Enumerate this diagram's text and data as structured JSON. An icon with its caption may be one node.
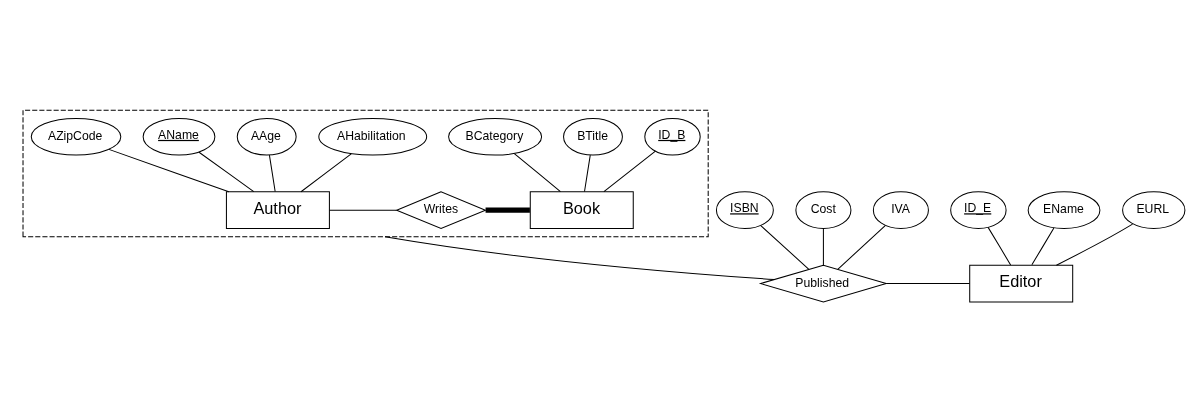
{
  "diagram": {
    "nodes": [
      {
        "text": [],
        "shape": "box"
      },
      {
        "text": [
          "AHabilitation"
        ],
        "in": 0
      },
      {
        "text": [
          "AAge"
        ],
        "in": 0
      },
      {
        "text": [
          "AName"
        ],
        "in": 0
      },
      {
        "text": [
          "AZipCode"
        ],
        "in": 0
      },
      {
        "text": [
          "Author"
        ],
        "in": 0
      },
      {
        "text": [
          "Writes"
        ],
        "in": 0
      },
      {
        "text": [
          "ID_B"
        ],
        "in": 0
      },
      {
        "text": [
          "BTitle"
        ],
        "in": 0
      },
      {
        "text": [
          "BCategory"
        ],
        "in": 0
      },
      {
        "text": [
          "Book"
        ],
        "in": 0
      },
      {
        "text": [
          "ISBN"
        ]
      },
      {
        "text": [
          "ID_E"
        ]
      },
      {
        "text": [
          "EName"
        ]
      },
      {
        "text": [
          "EURL"
        ]
      },
      {
        "text": [
          "Cost"
        ]
      },
      {
        "text": [
          "Published"
        ]
      },
      {
        "text": [
          "IVA"
        ]
      },
      {
        "text": [
          "Editor"
        ]
      }
    ],
    "edges": [
      {
        "from": 2,
        "to": 5,
        "arrow": "none"
      },
      {
        "from": 1,
        "to": 5,
        "arrow": "none"
      },
      {
        "from": 3,
        "to": 5,
        "arrow": "none"
      },
      {
        "from": 4,
        "to": 5,
        "arrow": "none"
      },
      {
        "from": 5,
        "to": 6,
        "arrow": "none"
      },
      {
        "from": 6,
        "to": 10,
        "arrow": "none",
        "style": "thick"
      },
      {
        "from": 7,
        "to": 10,
        "arrow": "none"
      },
      {
        "from": 8,
        "to": 10,
        "arrow": "none"
      },
      {
        "from": 9,
        "to": 10,
        "arrow": "none"
      },
      {
        "from": 0,
        "to": 16,
        "arrow": "none"
      },
      {
        "from": 11,
        "to": 16,
        "arrow": "none"
      },
      {
        "from": 15,
        "to": 16,
        "arrow": "none"
      },
      {
        "from": 17,
        "to": 16,
        "arrow": "none"
      },
      {
        "from": 16,
        "to": 18,
        "arrow": "none"
      },
      {
        "from": 12,
        "to": 18,
        "arrow": "none"
      },
      {
        "from": 13,
        "to": 18,
        "arrow": "none"
      },
      {
        "from": 14,
        "to": 18,
        "arrow": "none"
      }
    ]
  }
}
